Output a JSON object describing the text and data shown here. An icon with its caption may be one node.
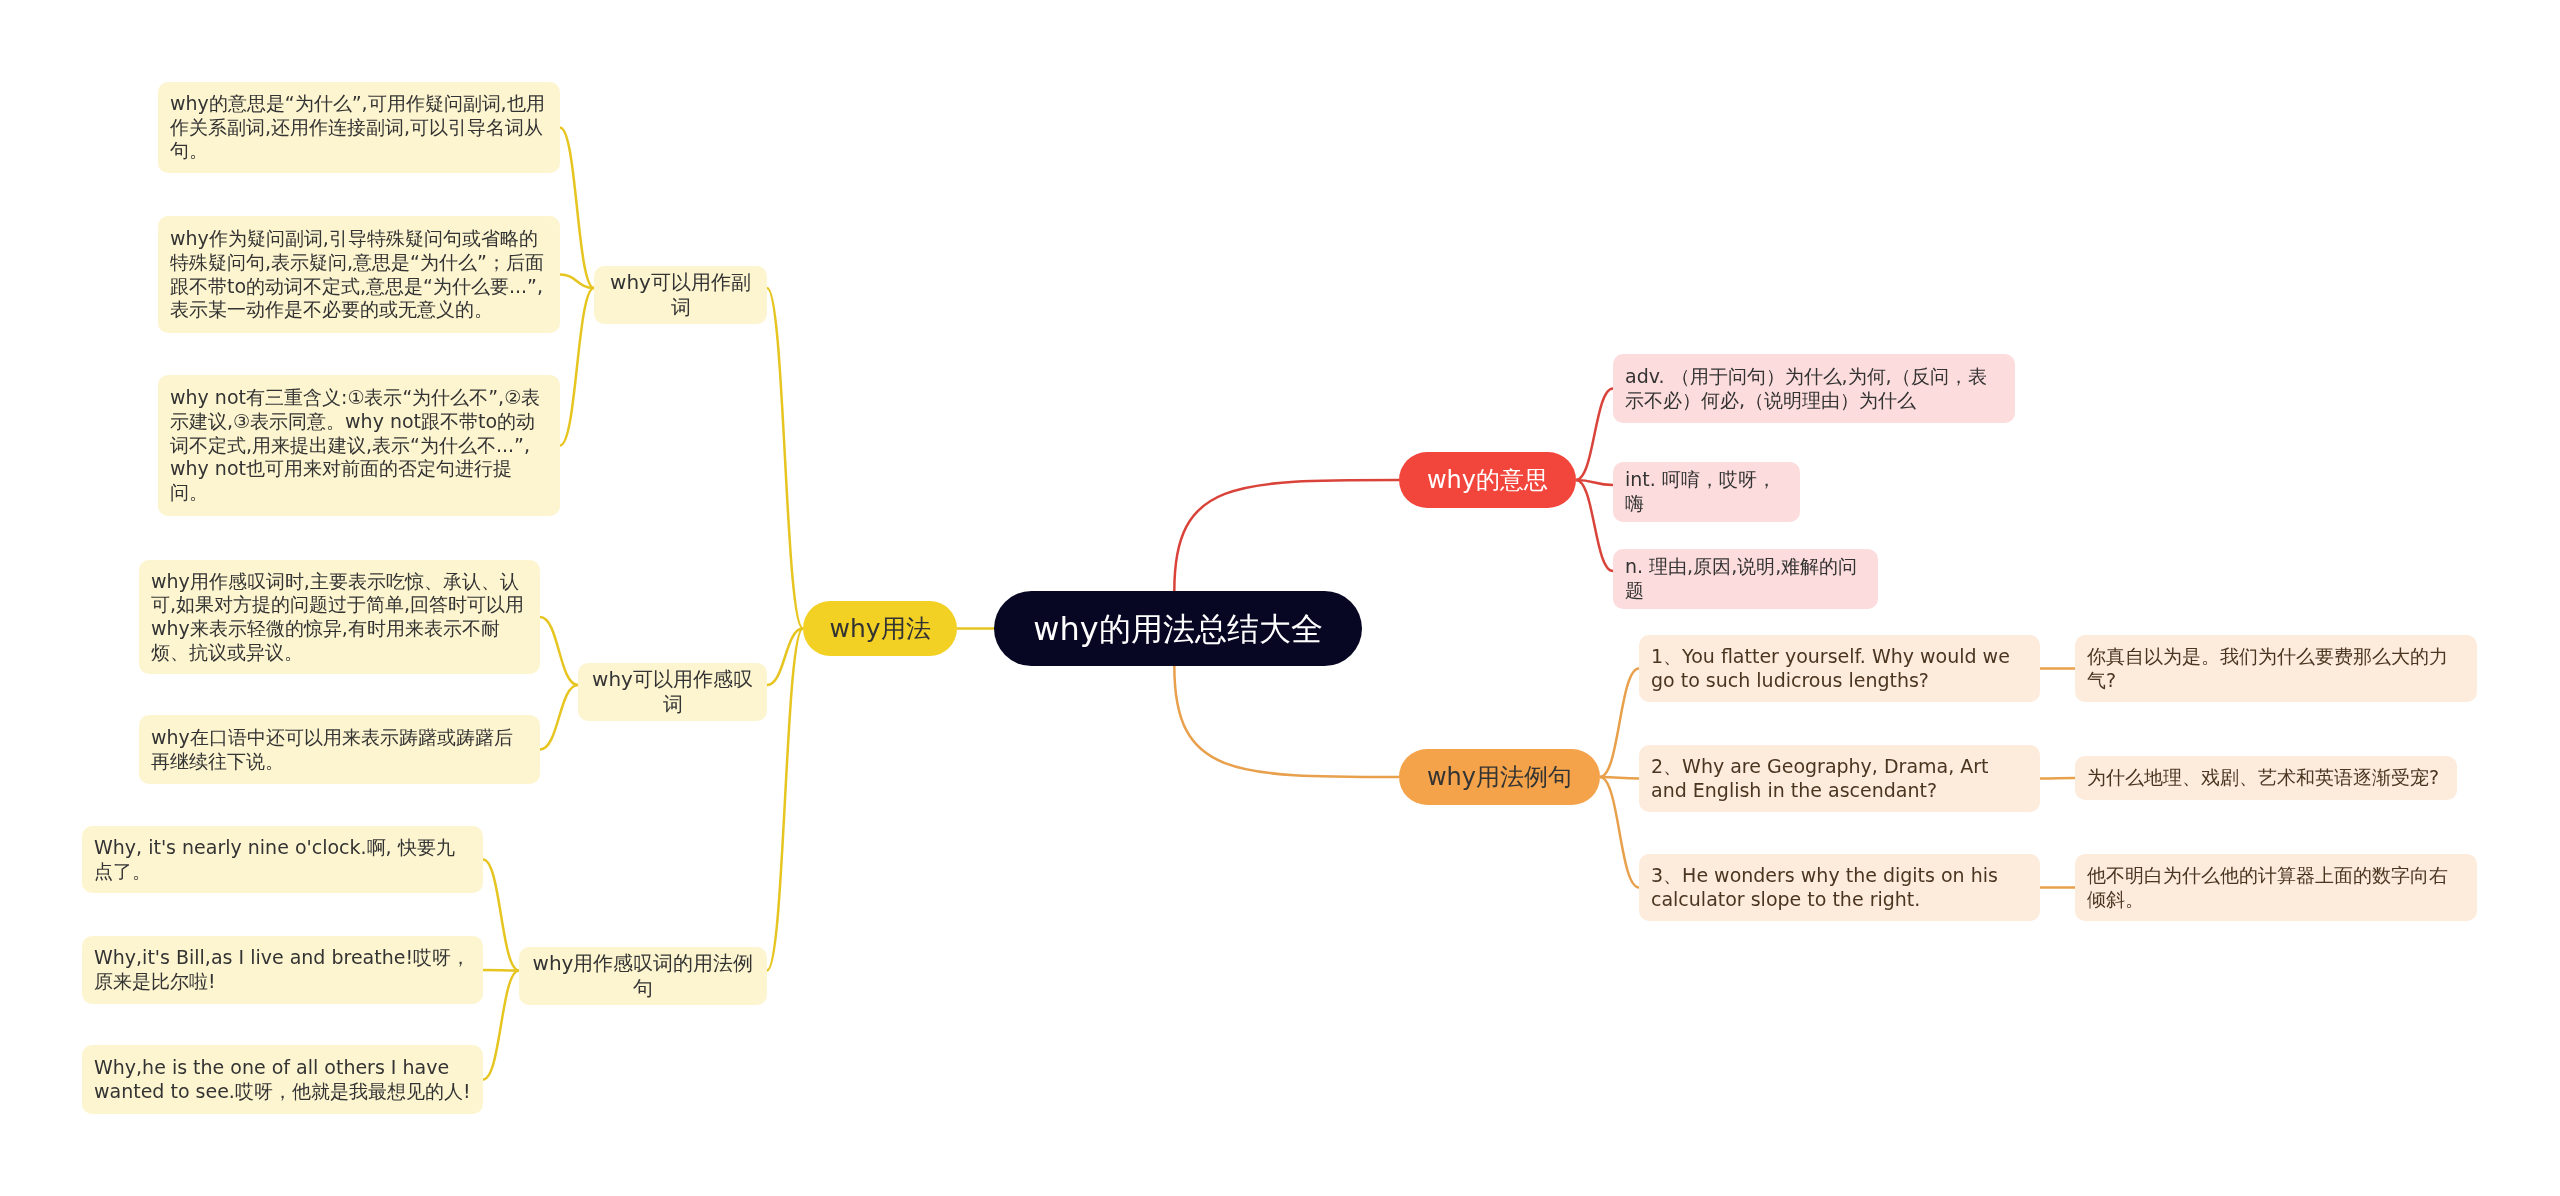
{
  "diagram": {
    "nodes": [
      {
        "text": [
          "why的用法总结大全"
        ]
      },
      {
        "text": [
          "why用法"
        ]
      },
      {
        "text": [
          "why可以用作副词"
        ]
      },
      {
        "text": [
          "why的意思是“为什么”,可用作疑问副词,也用作关系副词,还用作连接副词,可以引导名词从句。"
        ]
      },
      {
        "text": [
          "why作为疑问副词,引导特殊疑问句或省略的特殊疑问句,表示疑问,意思是“为什么”；后面跟不带to的动词不定式,意思是“为什么要...”,表示某一动作是不必要的或无意义的。"
        ]
      },
      {
        "text": [
          "why not有三重含义:①表示“为什么不”,②表示建议,③表示同意。why not跟不带to的动词不定式,用来提出建议,表示“为什么不...”, why not也可用来对前面的否定句进行提问。"
        ]
      },
      {
        "text": [
          "why可以用作感叹词"
        ]
      },
      {
        "text": [
          "why用作感叹词时,主要表示吃惊、承认、认可,如果对方提的问题过于简单,回答时可以用why来表示轻微的惊异,有时用来表示不耐烦、抗议或异议。"
        ]
      },
      {
        "text": [
          "why在口语中还可以用来表示踌躇或踌躇后再继续往下说。"
        ]
      },
      {
        "text": [
          "why用作感叹词的用法例句"
        ]
      },
      {
        "text": [
          "Why, it's nearly nine o'clock.啊, 快要九点了。"
        ]
      },
      {
        "text": [
          "Why,it's Bill,as I live and breathe!哎呀，原来是比尔啦!"
        ]
      },
      {
        "text": [
          "Why,he is the one of all others I have wanted to see.哎呀，他就是我最想见的人!"
        ]
      },
      {
        "text": [
          "why的意思"
        ]
      },
      {
        "text": [
          "adv. （用于问句）为什么,为何,（反问，表示不必）何必,（说明理由）为什么"
        ]
      },
      {
        "text": [
          "int. 呵唷，哎呀，嗨"
        ]
      },
      {
        "text": [
          "n. 理由,原因,说明,难解的问题"
        ]
      },
      {
        "text": [
          "why用法例句"
        ]
      },
      {
        "text": [
          "1、You flatter yourself. Why would we go to such ludicrous lengths?"
        ]
      },
      {
        "text": [
          "2、Why are Geography, Drama, Art and English in the ascendant?"
        ]
      },
      {
        "text": [
          "3、He wonders why the digits on his calculator slope to the right."
        ]
      },
      {
        "text": [
          "你真自以为是。我们为什么要费那么大的力气?"
        ]
      },
      {
        "text": [
          "为什么地理、戏剧、艺术和英语逐渐受宠?"
        ]
      },
      {
        "text": [
          "他不明白为什么他的计算器上面的数字向右倾斜。"
        ]
      }
    ],
    "edges": [
      {
        "from": 0,
        "to": 1,
        "arrow": "none"
      },
      {
        "from": 1,
        "to": 2,
        "arrow": "none"
      },
      {
        "from": 2,
        "to": 3,
        "arrow": "none"
      },
      {
        "from": 2,
        "to": 4,
        "arrow": "none"
      },
      {
        "from": 2,
        "to": 5,
        "arrow": "none"
      },
      {
        "from": 1,
        "to": 6,
        "arrow": "none"
      },
      {
        "from": 6,
        "to": 7,
        "arrow": "none"
      },
      {
        "from": 6,
        "to": 8,
        "arrow": "none"
      },
      {
        "from": 1,
        "to": 9,
        "arrow": "none"
      },
      {
        "from": 9,
        "to": 10,
        "arrow": "none"
      },
      {
        "from": 9,
        "to": 11,
        "arrow": "none"
      },
      {
        "from": 9,
        "to": 12,
        "arrow": "none"
      },
      {
        "from": 0,
        "to": 13,
        "arrow": "none",
        "color": "#d9433a"
      },
      {
        "from": 13,
        "to": 14,
        "arrow": "none",
        "color": "#d9433a"
      },
      {
        "from": 13,
        "to": 15,
        "arrow": "none",
        "color": "#d9433a"
      },
      {
        "from": 13,
        "to": 16,
        "arrow": "none",
        "color": "#d9433a"
      },
      {
        "from": 0,
        "to": 17,
        "arrow": "none",
        "color": "#e8a04c"
      },
      {
        "from": 17,
        "to": 18,
        "arrow": "none",
        "color": "#e8a04c"
      },
      {
        "from": 17,
        "to": 19,
        "arrow": "none",
        "color": "#e8a04c"
      },
      {
        "from": 17,
        "to": 20,
        "arrow": "none",
        "color": "#e8a04c"
      },
      {
        "from": 18,
        "to": 21,
        "arrow": "none",
        "color": "#e8a04c"
      },
      {
        "from": 19,
        "to": 22,
        "arrow": "none",
        "color": "#e8a04c"
      },
      {
        "from": 20,
        "to": 23,
        "arrow": "none",
        "color": "#e8a04c"
      }
    ]
  }
}
